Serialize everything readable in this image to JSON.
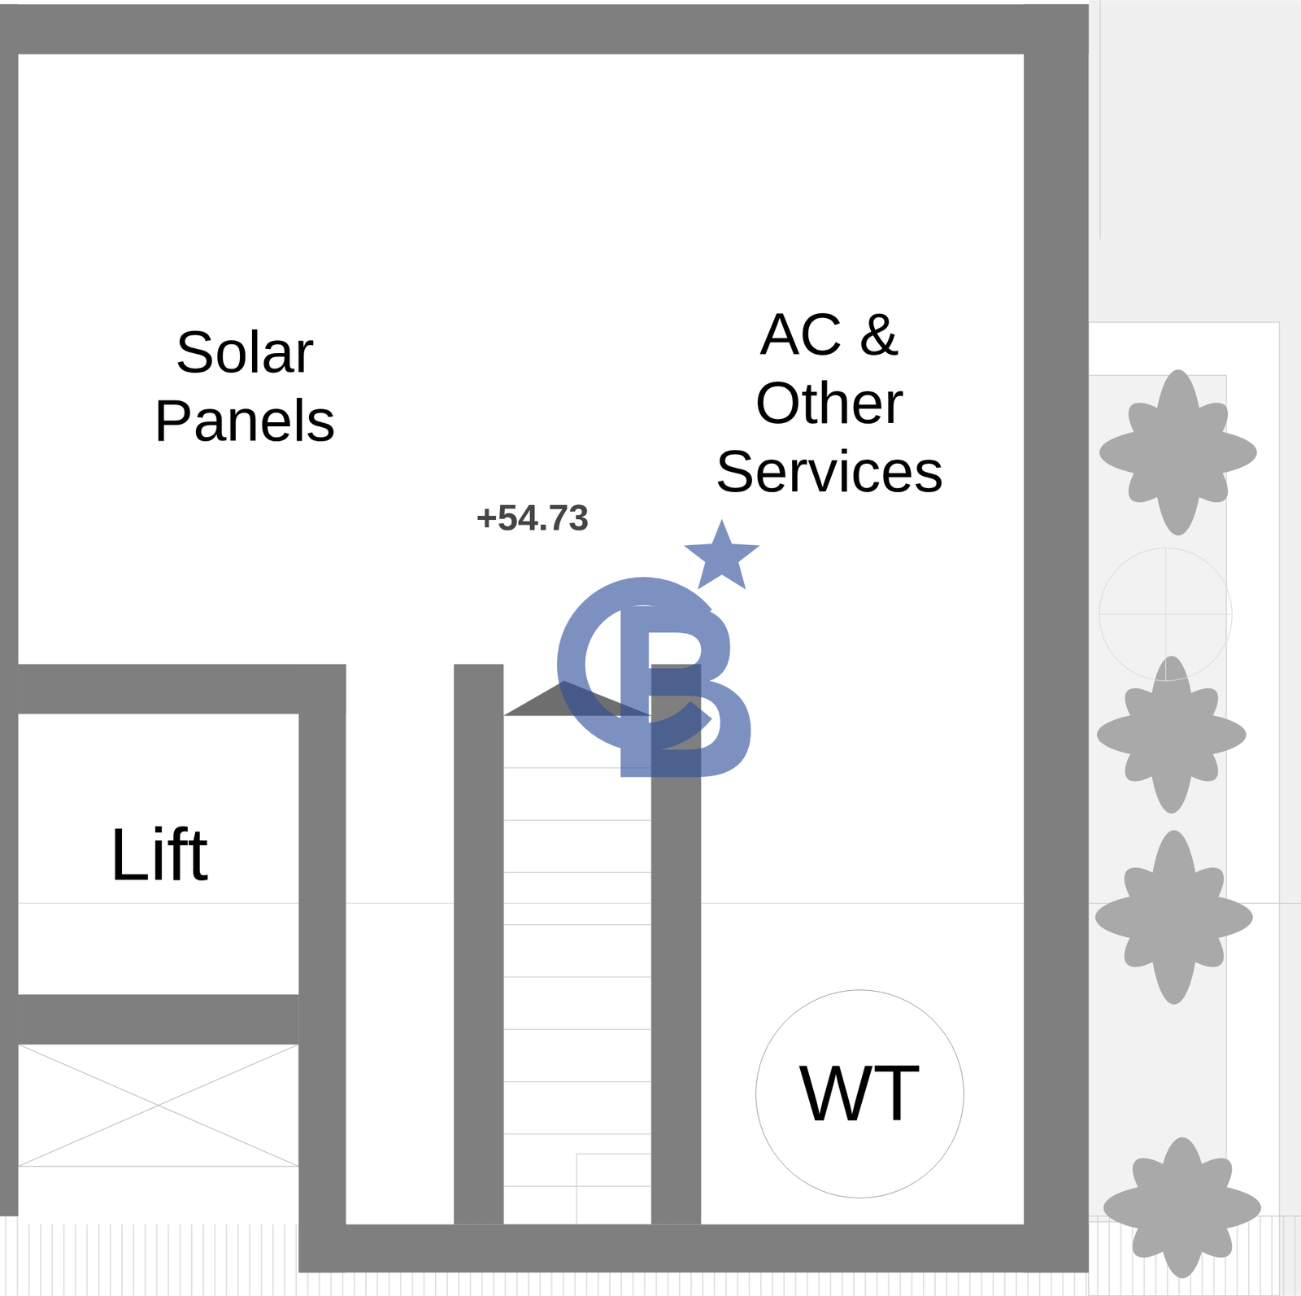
{
  "diagram": {
    "nodes": [
      {
        "text": [
          "Lift"
        ]
      },
      {
        "text": [
          "WT"
        ]
      }
    ],
    "labels": [
      "Solar Panels",
      "AC & Other Services",
      "+54.73"
    ]
  }
}
